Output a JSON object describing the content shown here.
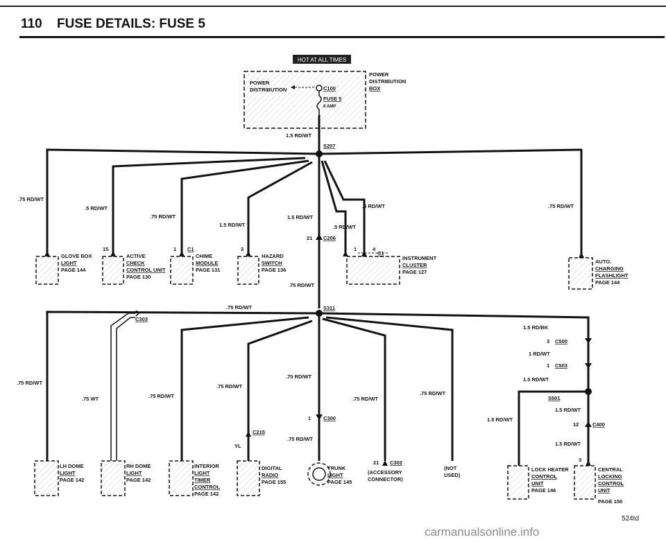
{
  "header": {
    "page_number": "110",
    "title": "FUSE DETAILS: FUSE 5"
  },
  "hot_badge": "HOT AT ALL TIMES",
  "power_dist": {
    "left_label": [
      "POWER",
      "DISTRIBUTION"
    ],
    "right_label": [
      "POWER",
      "DISTRIBUTION",
      "BOX"
    ],
    "connector": "C100",
    "fuse": "FUSE 5",
    "amp": "8 AMP"
  },
  "splices": {
    "upper": "S207",
    "lower": "S311",
    "right": "S501"
  },
  "connectors": {
    "c206": "C206",
    "c303": "C303",
    "c215": "C215",
    "c300": "C300",
    "c302": "C302",
    "c500": "C500",
    "c503": "C503",
    "c400": "C400"
  },
  "pins": {
    "c206": "21",
    "c500": "3",
    "c503": "1",
    "c300": "1",
    "c302": "21",
    "c400": "12",
    "hazard": "3",
    "active": "15",
    "chime": "1",
    "cluster_a": "1",
    "cluster_b": "4",
    "cluster_c": "C1",
    "chime_c": "C1",
    "lockheater": "3"
  },
  "wires": {
    "main": "1.5 RD/WT",
    "w75": ".75 RD/WT",
    "w5": ".5 RD/WT",
    "w15": "1.5 RD/WT",
    "w75wt": ".75 WT",
    "bk": "1.5 RD/BK",
    "rdwt1": "1 RD/WT",
    "yl": "YL"
  },
  "components_top": [
    {
      "name": "GLOVE BOX",
      "sub": [
        "LIGHT"
      ],
      "page": "PAGE 144"
    },
    {
      "name": "ACTIVE",
      "sub": [
        "CHECK",
        "CONTROL UNIT"
      ],
      "page": "PAGE 130"
    },
    {
      "name": "CHIME",
      "sub": [
        "MODULE"
      ],
      "page": "PAGE 131"
    },
    {
      "name": "HAZARD",
      "sub": [
        "SWITCH"
      ],
      "page": "PAGE 136"
    },
    {
      "name": "INSTRUMENT",
      "sub": [
        "CLUSTER"
      ],
      "page": "PAGE 127"
    },
    {
      "name": "AUTO.",
      "sub": [
        "CHARGING",
        "FLASHLIGHT"
      ],
      "page": "PAGE 144"
    }
  ],
  "components_bottom": [
    {
      "name": "LH DOME",
      "sub": [
        "LIGHT"
      ],
      "page": "PAGE 142"
    },
    {
      "name": "RH DOME",
      "sub": [
        "LIGHT"
      ],
      "page": "PAGE 142"
    },
    {
      "name": "INTERIOR",
      "sub": [
        "LIGHT",
        "TIMER",
        "CONTROL"
      ],
      "page": "PAGE 142"
    },
    {
      "name": "DIGITAL",
      "sub": [
        "RADIO"
      ],
      "page": "PAGE 155"
    },
    {
      "name": "TRUNK",
      "sub": [
        "LIGHT"
      ],
      "page": "PAGE 145"
    },
    {
      "name": "(ACCESSORY",
      "sub": [
        "CONNECTOR)"
      ],
      "page": ""
    },
    {
      "name": "(NOT",
      "sub": [
        "USED)"
      ],
      "page": ""
    },
    {
      "name": "LOCK HEATER",
      "sub": [
        "CONTROL",
        "UNIT"
      ],
      "page": "PAGE 146"
    },
    {
      "name": "CENTRAL",
      "sub": [
        "LOCKING",
        "CONTROL",
        "UNIT"
      ],
      "page": "PAGE 150"
    }
  ],
  "doc_code": "524td",
  "watermark": "carmanualsonline.info"
}
